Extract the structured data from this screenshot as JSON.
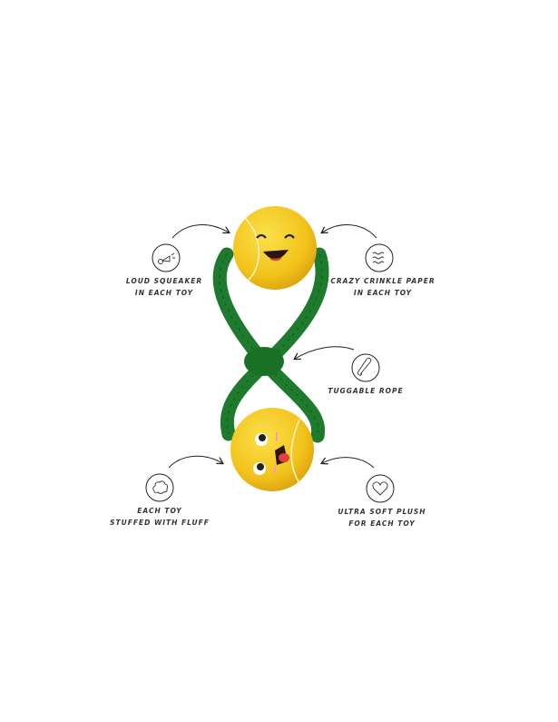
{
  "features": [
    {
      "icon": "squeaker-icon",
      "line1": "LOUD SQUEAKER",
      "line2": "IN EACH TOY"
    },
    {
      "icon": "crinkle-paper-icon",
      "line1": "CRAZY CRINKLE PAPER",
      "line2": "IN EACH TOY"
    },
    {
      "icon": "rope-icon",
      "line1": "TUGGABLE ROPE"
    },
    {
      "icon": "fluff-icon",
      "line1": "EACH TOY",
      "line2": "STUFFED WITH FLUFF"
    },
    {
      "icon": "heart-icon",
      "line1": "ULTRA SOFT PLUSH",
      "line2": "FOR EACH TOY"
    }
  ],
  "colors": {
    "ball": "#f2c21b",
    "rope": "#1e7a2c",
    "text": "#333333"
  }
}
